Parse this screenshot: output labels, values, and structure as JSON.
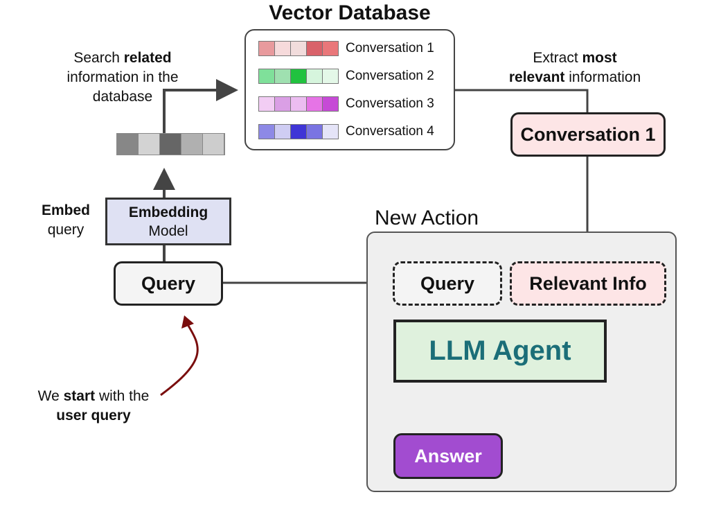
{
  "title": "Vector Database",
  "search_note": {
    "pre": "Search ",
    "bold": "related",
    "rest": "information in the database"
  },
  "extract_note": {
    "pre": "Extract ",
    "bold1": "most",
    "bold2": "relevant",
    "post": " information"
  },
  "embed_note": {
    "bold": "Embed",
    "rest": "query"
  },
  "start_note": {
    "pre": "We ",
    "bold1": "start",
    "mid": " with the",
    "bold2": "user query"
  },
  "embedding_model": {
    "line1": "Embedding",
    "line2": "Model"
  },
  "query_label": "Query",
  "conversations": [
    {
      "label": "Conversation 1",
      "colors": [
        "#e89a9d",
        "#f6dadb",
        "#f1dcdc",
        "#d9626a",
        "#e9777a"
      ]
    },
    {
      "label": "Conversation 2",
      "colors": [
        "#7fe09a",
        "#9fe0b0",
        "#21c23f",
        "#d6f5dd",
        "#e4f8e8"
      ]
    },
    {
      "label": "Conversation 3",
      "colors": [
        "#f2cdf4",
        "#da9fe5",
        "#ecbdf1",
        "#e674e6",
        "#c64ad6"
      ]
    },
    {
      "label": "Conversation 4",
      "colors": [
        "#8d89e6",
        "#cfcdf3",
        "#3f35d6",
        "#7a74e2",
        "#e5e4f8"
      ]
    }
  ],
  "query_vector_colors": [
    "#878787",
    "#d3d3d3",
    "#666666",
    "#b0b0b0",
    "#cdcdcd"
  ],
  "retrieved": "Conversation 1",
  "new_action": "New Action",
  "relevant_info": "Relevant Info",
  "llm_agent": "LLM Agent",
  "answer": "Answer"
}
